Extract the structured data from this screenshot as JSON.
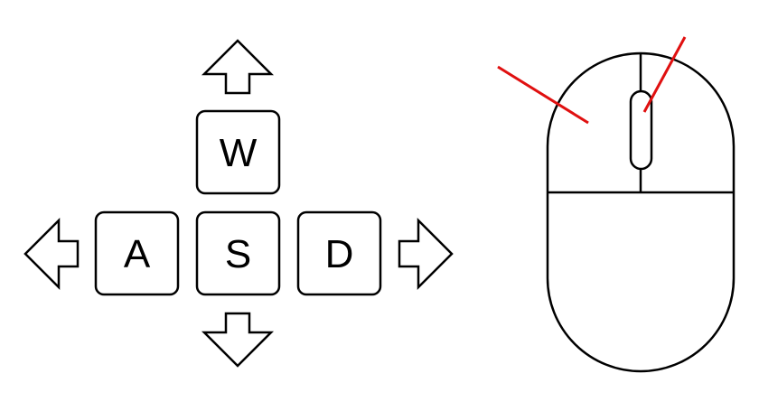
{
  "keyboard": {
    "up_key": "W",
    "left_key": "A",
    "down_key": "S",
    "right_key": "D"
  },
  "mouse": {
    "pointer_color": "#e01010"
  },
  "icons": [
    "up-arrow-icon",
    "down-arrow-icon",
    "left-arrow-icon",
    "right-arrow-icon",
    "mouse-icon",
    "scroll-wheel-icon"
  ]
}
